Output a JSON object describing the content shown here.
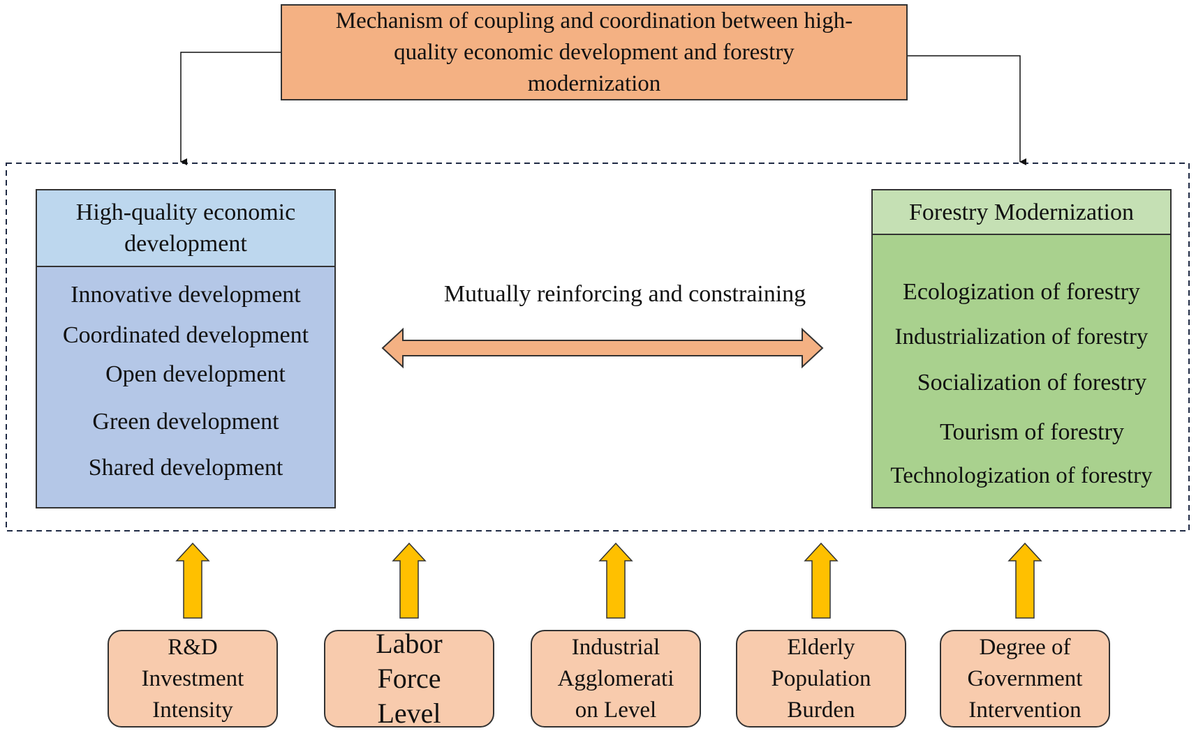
{
  "top_box": {
    "line1": "Mechanism of coupling and coordination between high-",
    "line2": "quality economic development and forestry",
    "line3": "modernization"
  },
  "left_panel": {
    "title_line1": "High-quality economic",
    "title_line2": "development",
    "items": [
      "Innovative development",
      "Coordinated development",
      "Open development",
      "Green development",
      "Shared development"
    ]
  },
  "right_panel": {
    "title": "Forestry Modernization",
    "items": [
      "Ecologization of forestry",
      "Industrialization of forestry",
      "Socialization of forestry",
      "Tourism of forestry",
      "Technologization of forestry"
    ]
  },
  "middle": {
    "label": "Mutually reinforcing and constraining"
  },
  "factors": [
    {
      "lines": [
        "R&D",
        "Investment",
        "Intensity"
      ]
    },
    {
      "lines": [
        "Labor",
        "Force",
        "Level"
      ]
    },
    {
      "lines": [
        "Industrial",
        "Agglomerati",
        "on Level"
      ]
    },
    {
      "lines": [
        "Elderly",
        "Population",
        "Burden"
      ]
    },
    {
      "lines": [
        "Degree of",
        "Government",
        "Intervention"
      ]
    }
  ],
  "colors": {
    "top_box": "#f4b183",
    "left_panel_header": "#bdd7ee",
    "left_panel_body": "#b4c7e7",
    "right_panel_header": "#c5e0b4",
    "right_panel_body": "#a9d18e",
    "factor_box": "#f8cbad",
    "double_arrow": "#f4b183",
    "up_arrow": "#ffc000"
  }
}
